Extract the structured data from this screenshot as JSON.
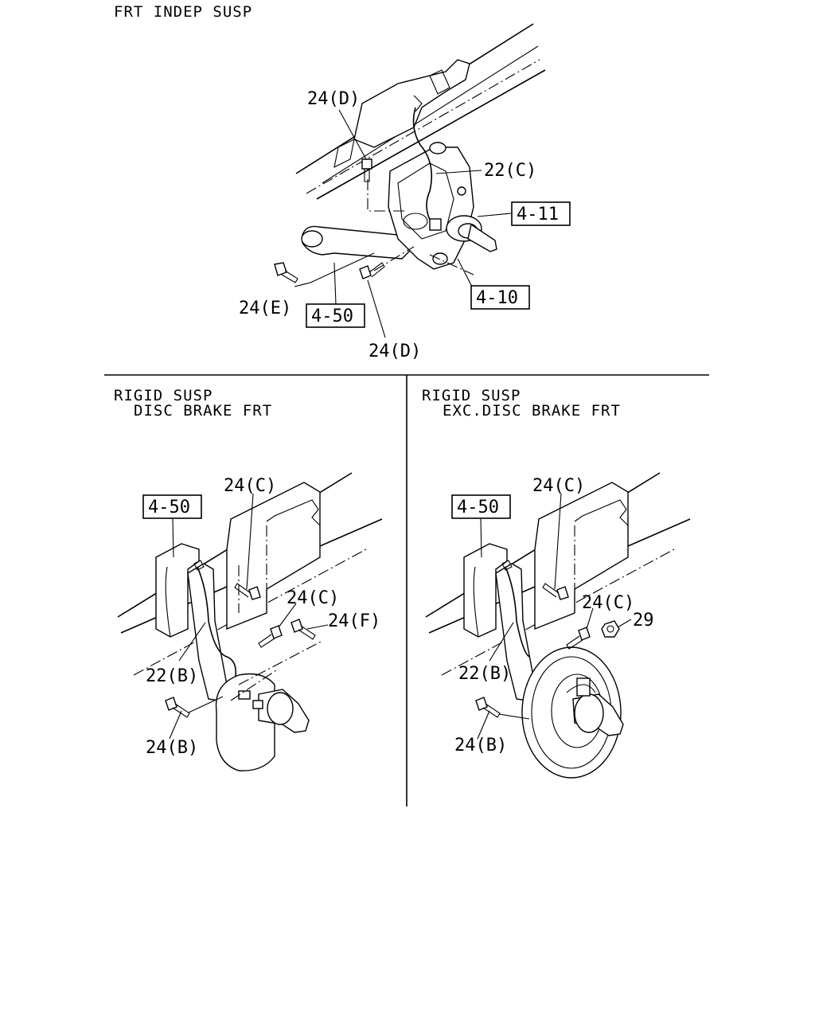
{
  "sections": {
    "top": {
      "title": "FRT  INDEP SUSP"
    },
    "left": {
      "title_line1": "RIGID SUSP",
      "title_line2": "DISC BRAKE FRT"
    },
    "right": {
      "title_line1": "RIGID SUSP",
      "title_line2": "EXC.DISC BRAKE FRT"
    }
  },
  "labels": {
    "top": {
      "bolt_d_upper": "24(D)",
      "sensor_c": "22(C)",
      "ref_4_11": "4-11",
      "ref_4_10": "4-10",
      "ref_4_50": "4-50",
      "bolt_e": "24(E)",
      "bolt_d_lower": "24(D)"
    },
    "left": {
      "ref_4_50": "4-50",
      "bolt_c_upper": "24(C)",
      "bolt_c_lower": "24(C)",
      "bolt_f": "24(F)",
      "sensor_b": "22(B)",
      "bolt_b": "24(B)"
    },
    "right": {
      "ref_4_50": "4-50",
      "bolt_c_upper": "24(C)",
      "bolt_c_lower": "24(C)",
      "nut_29": "29",
      "sensor_b": "22(B)",
      "bolt_b": "24(B)"
    }
  }
}
